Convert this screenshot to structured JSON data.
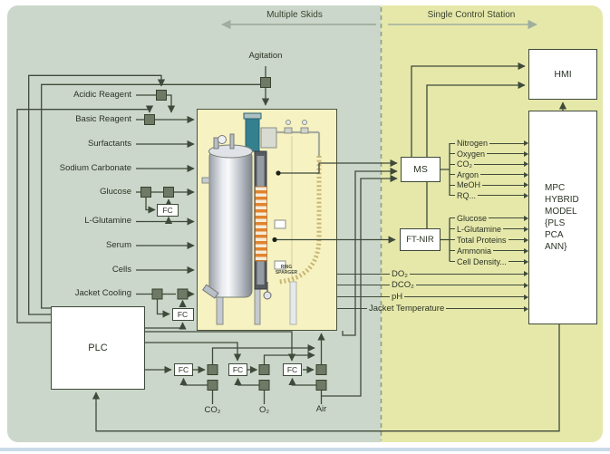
{
  "zones": {
    "left": "Multiple Skids",
    "right": "Single Control Station"
  },
  "agitation_label": "Agitation",
  "feeds": [
    "Acidic Reagent",
    "Basic Reagent",
    "Surfactants",
    "Sodium Carbonate",
    "Glucose",
    "L-Glutamine",
    "Serum",
    "Cells",
    "Jacket Cooling"
  ],
  "plc_label": "PLC",
  "fc_label": "FC",
  "gases": [
    "CO₂",
    "O₂",
    "Air"
  ],
  "reactor": {
    "ring_sparger": "RING\nSPARGER"
  },
  "analyzers": {
    "ms": "MS",
    "ftnir": "FT-NIR"
  },
  "ms_outputs": [
    "Nitrogen",
    "Oxygen",
    "CO₂",
    "Argon",
    "MeOH",
    "RQ..."
  ],
  "ftnir_outputs": [
    "Glucose",
    "L-Glutamine",
    "Total Proteins",
    "Ammonia",
    "Cell Density..."
  ],
  "process_signals": [
    "DO₂",
    "DCO₂",
    "pH",
    "Jacket Temperature"
  ],
  "hmi_label": "HMI",
  "mpc_label": "MPC\nHYBRID\nMODEL\n{PLS\nPCA\nANN}",
  "colors": {
    "left_panel": "#cbd7ca",
    "right_panel": "#e6e8aa",
    "reactor_fill": "#f6f2c2",
    "line": "#3f4a3a",
    "valve_square": "#6e7a66",
    "zone_arrow": "#9fae9f",
    "motor_teal": "#35808f",
    "coil_orange": "#e0832f"
  }
}
